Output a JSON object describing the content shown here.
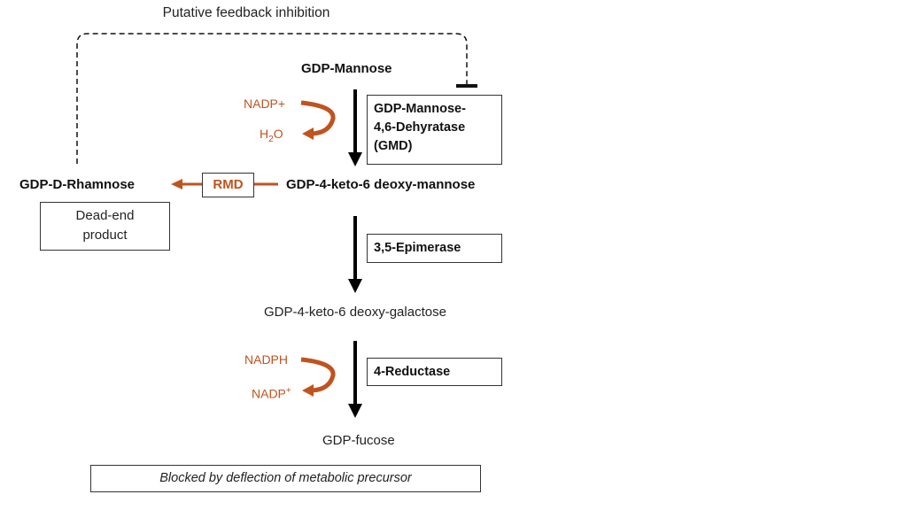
{
  "feedback_label": "Putative feedback inhibition",
  "metabolites": {
    "gdp_mannose": "GDP-Mannose",
    "gdp_keto_mannose": "GDP-4-keto-6 deoxy-mannose",
    "gdp_keto_galactose": "GDP-4-keto-6 deoxy-galactose",
    "gdp_fucose": "GDP-fucose",
    "gdp_rhamnose": "GDP-D-Rhamnose"
  },
  "enzymes": {
    "gmd_line1": "GDP-Mannose-",
    "gmd_line2": "4,6-Dehyratase",
    "gmd_line3": "(GMD)",
    "epimerase": "3,5-Epimerase",
    "reductase": "4-Reductase",
    "rmd": "RMD"
  },
  "cofactors": {
    "step1_in": "NADP+",
    "step1_out_base": "H",
    "step1_out_sub": "2",
    "step1_out_tail": "O",
    "step3_in": "NADPH",
    "step3_out_base": "NADP",
    "step3_out_sup": "+"
  },
  "notes": {
    "dead_end_line1": "Dead-end",
    "dead_end_line2": "product",
    "blocked": "Blocked by deflection of metabolic precursor"
  },
  "colors": {
    "accent": "#c0531f",
    "main": "#000000"
  }
}
